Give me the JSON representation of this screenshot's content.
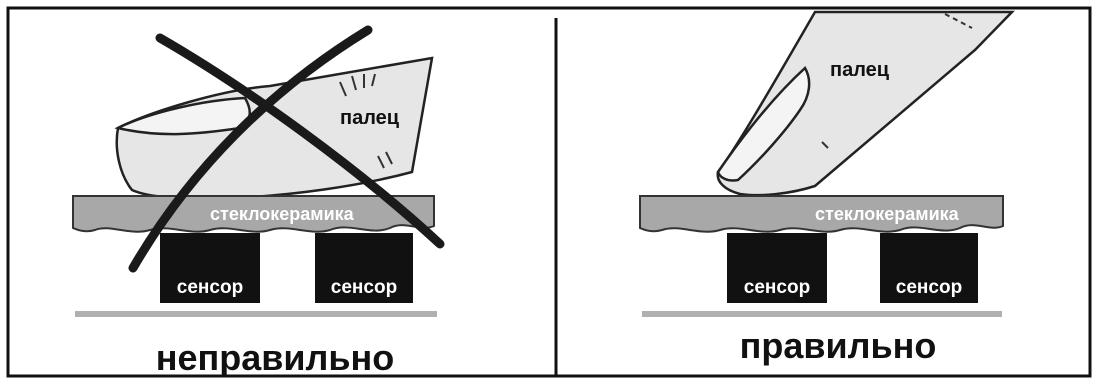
{
  "panels": {
    "wrong": {
      "caption": "неправильно",
      "finger_label": "палец",
      "glass_label": "стеклокерамика",
      "sensor_left": "сенсор",
      "sensor_right": "сенсор"
    },
    "right": {
      "caption": "правильно",
      "finger_label": "палец",
      "glass_label": "стеклокерамика",
      "sensor_left": "сенсор",
      "sensor_right": "сенсор"
    }
  },
  "colors": {
    "frame": "#111111",
    "glass": "#a8a8a8",
    "finger": "#e6e6e6",
    "sensor": "#111111",
    "base_line": "#b0b0b0",
    "cross": "#1a1a1a"
  }
}
